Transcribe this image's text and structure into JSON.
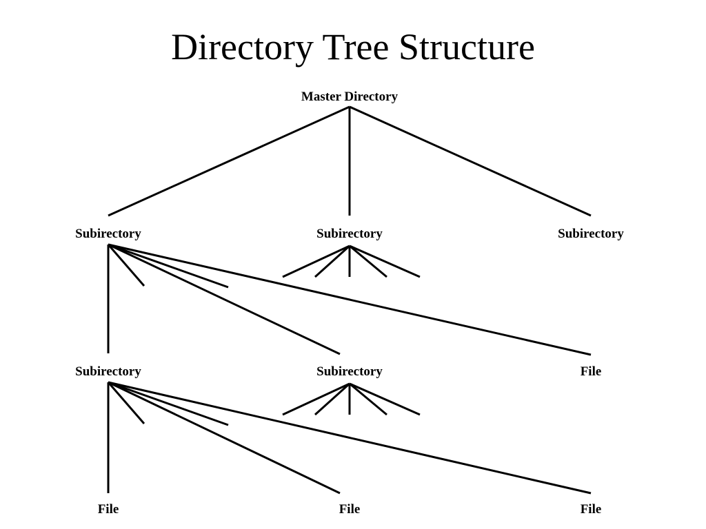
{
  "title": "Directory Tree Structure",
  "colors": {
    "background": "#ffffff",
    "ink": "#000000"
  },
  "tree": {
    "root": {
      "label": "Master Directory"
    },
    "level1": [
      {
        "label": "Subirectory"
      },
      {
        "label": "Subirectory"
      },
      {
        "label": "Subirectory"
      }
    ],
    "level2": [
      {
        "label": "Subirectory"
      },
      {
        "label": "Subirectory"
      },
      {
        "label": "File"
      }
    ],
    "level3": [
      {
        "label": "File"
      },
      {
        "label": "File"
      },
      {
        "label": "File"
      }
    ]
  }
}
